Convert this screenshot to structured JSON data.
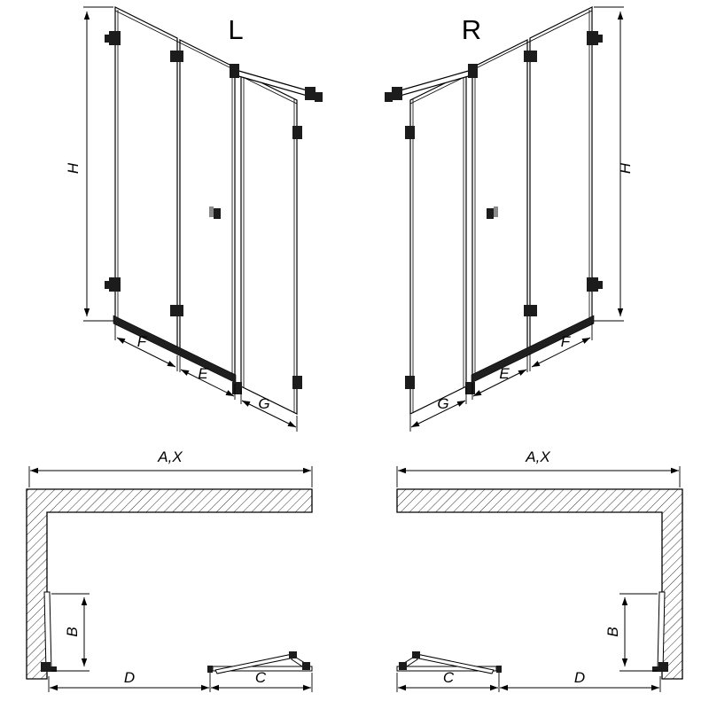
{
  "drawing": {
    "background": "#ffffff",
    "line_color": "#000000",
    "hardware_color": "#1c1c1c"
  },
  "iso_left": {
    "variant_label": "L",
    "height_label": "H",
    "bottom_labels": {
      "first": "F",
      "second": "E",
      "third": "G"
    }
  },
  "iso_right": {
    "variant_label": "R",
    "height_label": "H",
    "bottom_labels": {
      "first": "G",
      "second": "E",
      "third": "F"
    }
  },
  "plan_left": {
    "width_label": "A,X",
    "depth_label": "B",
    "bottom_first_label": "D",
    "bottom_second_label": "C"
  },
  "plan_right": {
    "width_label": "A,X",
    "depth_label": "B",
    "bottom_first_label": "C",
    "bottom_second_label": "D"
  }
}
